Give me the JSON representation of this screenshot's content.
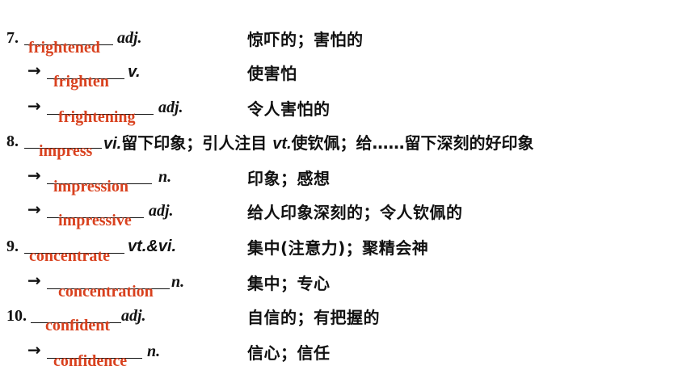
{
  "items": [
    {
      "number": "7.",
      "answer": "frightened",
      "pos": "adj.",
      "meaning": "惊吓的；害怕的"
    },
    {
      "arrow": "→",
      "answer": "frighten",
      "pos": "v.",
      "meaning": "使害怕"
    },
    {
      "arrow": "→",
      "answer": "frightening",
      "pos": "adj.",
      "meaning": "令人害怕的"
    },
    {
      "number": "8.",
      "answer": "impress",
      "pos1": "vi.",
      "meaning1": "留下印象；引人注目 ",
      "pos2": "vt.",
      "meaning2": "使钦佩；给……留下深刻的好印象"
    },
    {
      "arrow": "→",
      "answer": "impression",
      "pos": "n.",
      "meaning": "印象；感想"
    },
    {
      "arrow": "→",
      "answer": "impressive",
      "pos": "adj.",
      "meaning": "给人印象深刻的；令人钦佩的"
    },
    {
      "number": "9.",
      "answer": "concentrate",
      "pos": "vt.&vi.",
      "meaning": "集中(注意力)；聚精会神"
    },
    {
      "arrow": "→",
      "answer": "concentration",
      "pos": "n.",
      "meaning": "集中；专心"
    },
    {
      "number": "10.",
      "answer": "confident",
      "pos": "adj.",
      "meaning": "自信的；有把握的"
    },
    {
      "arrow": "→",
      "answer": "confidence",
      "pos": "n.",
      "meaning": "信心；信任"
    }
  ],
  "colors": {
    "answer": "#d9411e",
    "text": "#111111",
    "background": "#ffffff"
  }
}
